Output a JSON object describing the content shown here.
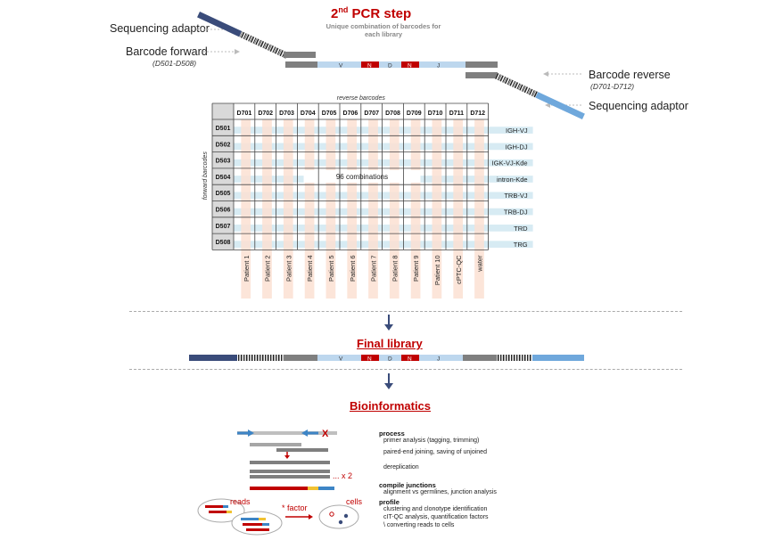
{
  "pcr": {
    "title_main": "2",
    "title_sup": "nd",
    "title_rest": " PCR step",
    "subtitle_line1": "Unique combination of barcodes for",
    "subtitle_line2": "each library",
    "seq_adaptor_left": "Sequencing adaptor",
    "barcode_forward": "Barcode forward",
    "barcode_forward_range": "(D501-D508)",
    "barcode_reverse": "Barcode reverse",
    "barcode_reverse_range": "(D701-D712)",
    "seq_adaptor_right": "Sequencing adaptor",
    "segments": [
      "V",
      "N",
      "D",
      "N",
      "J"
    ]
  },
  "grid": {
    "reverse_label": "reverse barcodes",
    "forward_label": "forward barcodes",
    "columns": [
      "D701",
      "D702",
      "D703",
      "D704",
      "D705",
      "D706",
      "D707",
      "D708",
      "D709",
      "D710",
      "D711",
      "D712"
    ],
    "rows": [
      "D501",
      "D502",
      "D503",
      "D504",
      "D505",
      "D506",
      "D507",
      "D508"
    ],
    "targets": [
      "IGH-VJ",
      "IGH-DJ",
      "IGK-VJ-Kde",
      "intron-Kde",
      "TRB-VJ",
      "TRB-DJ",
      "TRD",
      "TRG"
    ],
    "samples": [
      "Patient 1",
      "Patient 2",
      "Patient 3",
      "Patient 4",
      "Patient 5",
      "Patient 6",
      "Patient 7",
      "Patient 8",
      "Patient 9",
      "Patient 10",
      "cPTC-QC",
      "water"
    ],
    "combinations": "96 combinations",
    "colors": {
      "row_band": "#d7ebf3",
      "col_band": "#fbe1d2",
      "header_bg": "#d9d9d9"
    }
  },
  "final": {
    "title": "Final library",
    "segments": [
      "V",
      "N",
      "D",
      "N",
      "J"
    ]
  },
  "bio": {
    "title": "Bioinformatics",
    "process_title": "process",
    "process_items": [
      "primer analysis (tagging, trimming)",
      "paired-end joining, saving of unjoined",
      "dereplication"
    ],
    "times": "... x 2",
    "cross": "X",
    "compile_title": "compile junctions",
    "compile_items": [
      "alignment vs germlines, junction analysis"
    ],
    "profile_title": "profile",
    "profile_items": [
      "clustering and clonotype identification",
      "cIT-QC analysis, quantification factors",
      "\\ converting reads to cells"
    ],
    "reads": "reads",
    "factor": "* factor",
    "cells": "cells"
  },
  "colors": {
    "red": "#c00000",
    "navy": "#3a4c7a",
    "lightblue": "#bdd7ee",
    "skyblue": "#6fa8dc",
    "gray": "#7f7f7f"
  }
}
